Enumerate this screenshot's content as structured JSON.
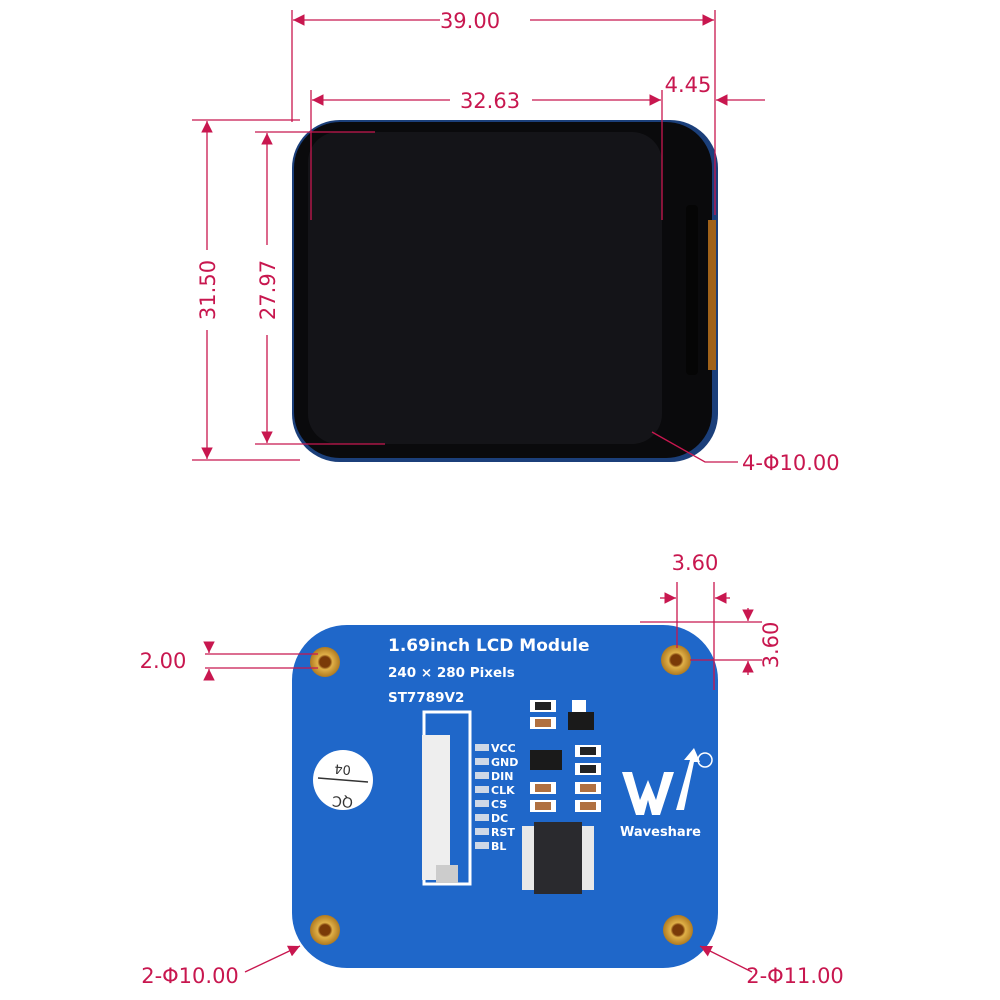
{
  "dimensions": {
    "width_total": "39.00",
    "screen_width": "32.63",
    "side_edge": "4.45",
    "height_total": "31.50",
    "screen_height": "27.97",
    "front_holes": "4-Φ10.00",
    "hole_offset_x": "3.60",
    "hole_offset_y": "3.60",
    "edge_gap": "2.00",
    "bottom_left_holes": "2-Φ10.00",
    "bottom_right_holes": "2-Φ11.00"
  },
  "pcb": {
    "title": "1.69inch LCD Module",
    "resolution": "240 × 280 Pixels",
    "driver": "ST7789V2",
    "pins": [
      "VCC",
      "GND",
      "DIN",
      "CLK",
      "CS",
      "DC",
      "RST",
      "BL"
    ],
    "qc_label": "QC",
    "qc_number": "04",
    "brand": "Waveshare"
  },
  "colors": {
    "dimension": "#c8174f",
    "pcb": "#1f67c9",
    "screen": "#0d0d10"
  }
}
